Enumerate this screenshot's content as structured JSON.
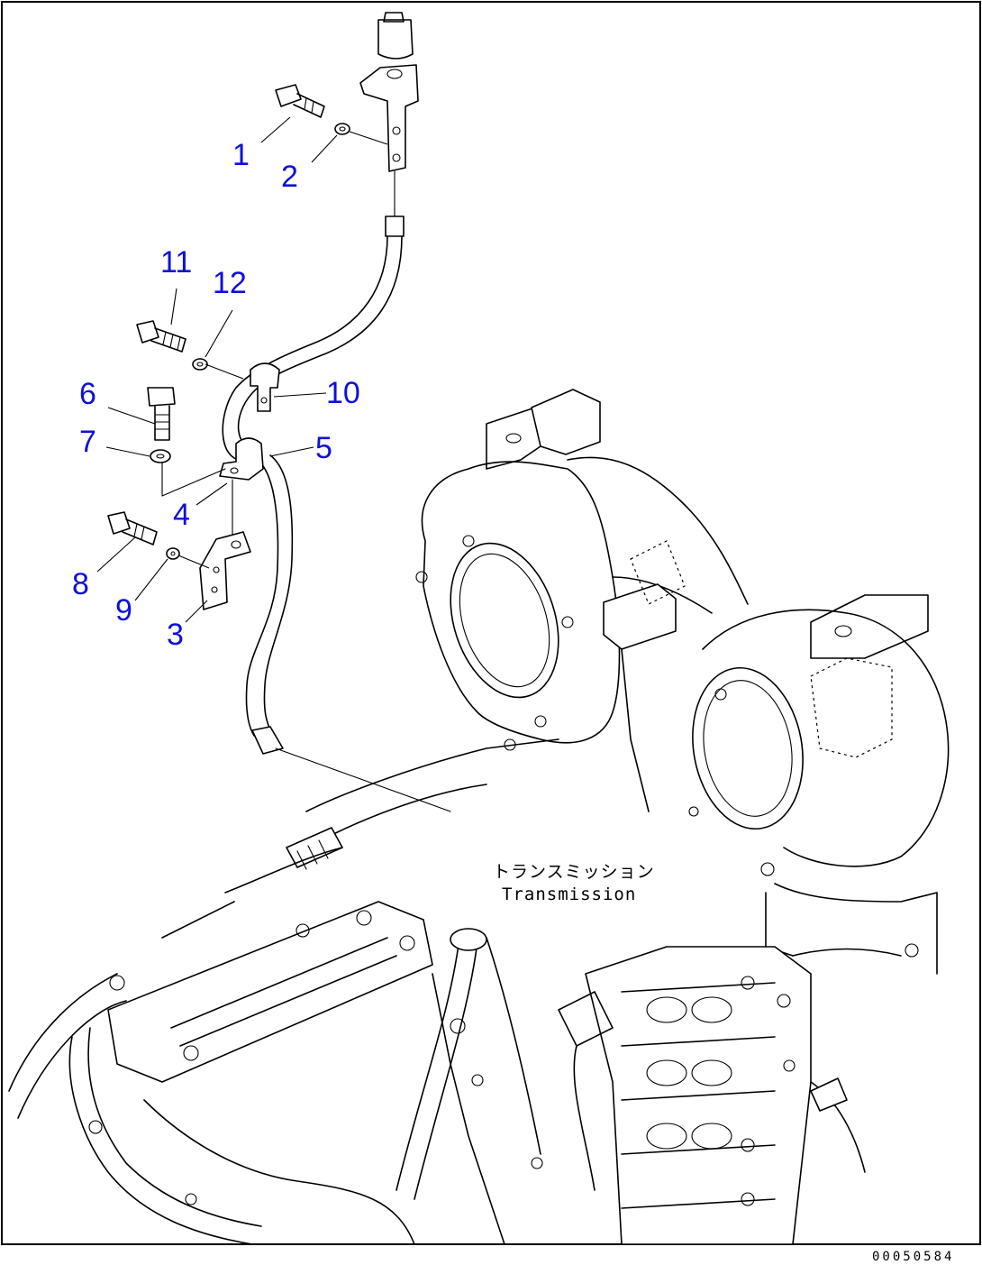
{
  "callouts": [
    "1",
    "2",
    "3",
    "4",
    "5",
    "6",
    "7",
    "8",
    "9",
    "10",
    "11",
    "12"
  ],
  "caption": {
    "japanese": "トランスミッション",
    "english": "Transmission"
  },
  "drawing_number": "00050584",
  "colors": {
    "callout": "#1010d8",
    "line": "#000000",
    "background": "#ffffff"
  }
}
